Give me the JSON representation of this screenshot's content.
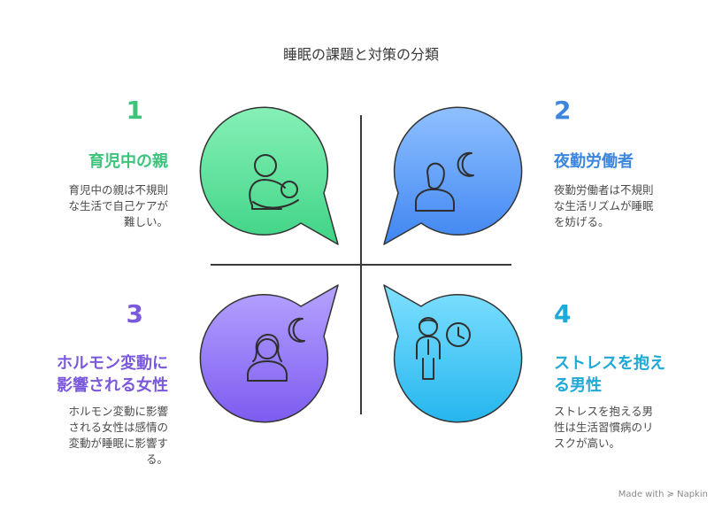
{
  "title": "睡眠の課題と対策の分類",
  "quadrants": [
    {
      "number": "1",
      "heading": [
        "育児中の親"
      ],
      "description": [
        "育児中の親は不規則",
        "な生活で自己ケアが",
        "難しい。"
      ],
      "color": "#3cc47c",
      "icon": "parent-with-baby-icon"
    },
    {
      "number": "2",
      "heading": [
        "夜勤労働者"
      ],
      "description": [
        "夜勤労働者は不規則",
        "な生活リズムが睡眠",
        "を妨げる。"
      ],
      "color": "#3d86e0",
      "icon": "man-with-moon-icon"
    },
    {
      "number": "3",
      "heading": [
        "ホルモン変動に",
        "影響される女性"
      ],
      "description": [
        "ホルモン変動に影響",
        "される女性は感情の",
        "変動が睡眠に影響す",
        "る。"
      ],
      "color": "#7b59dc",
      "icon": "woman-with-moon-icon"
    },
    {
      "number": "4",
      "heading": [
        "ストレスを抱え",
        "る男性"
      ],
      "description": [
        "ストレスを抱える男",
        "性は生活習慣病のリ",
        "スクが高い。"
      ],
      "color": "#1fa9d6",
      "icon": "man-with-clock-icon"
    }
  ],
  "credit": "Made with ≽ Napkin"
}
